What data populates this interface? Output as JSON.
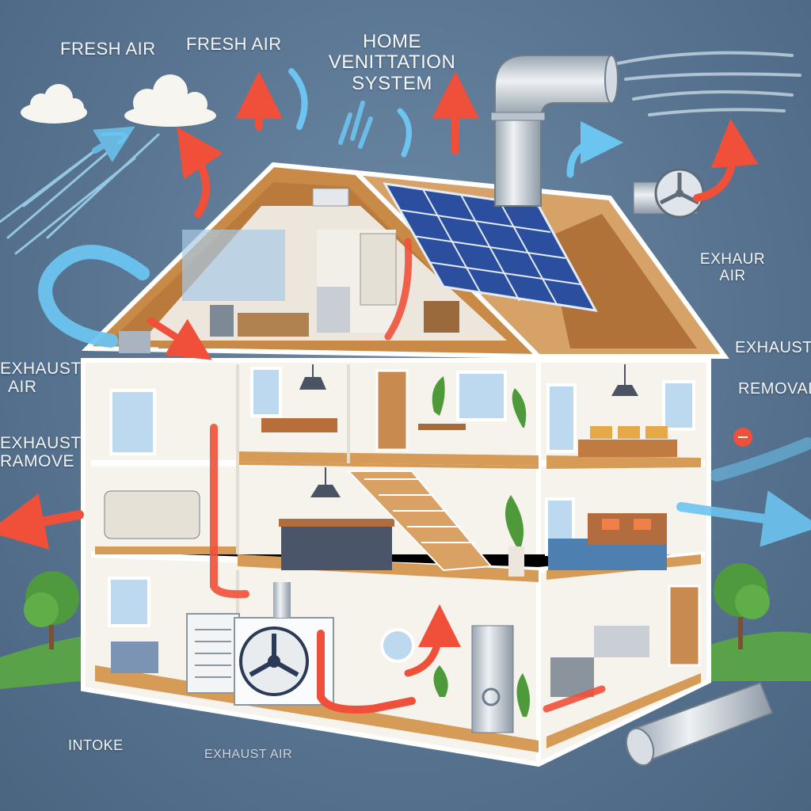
{
  "title": {
    "line1": "HOME",
    "line2": "VENITTATION",
    "line3": "SYSTEM"
  },
  "labels": {
    "fresh_air_left": "FRESH AIR",
    "fresh_air_right": "FRESH AIR",
    "exhaur_air_line1": "EXHAUR",
    "exhaur_air_line2": "AIR",
    "exhaust_air_left_line1": "EXHAUST",
    "exhaust_air_left_line2": "AIR",
    "exhaust_remove_line1": "EXHAUST",
    "exhaust_remove_line2": "RAMOVE",
    "exhaust_removal_line1": "EXHAUST",
    "exhaust_removal_line2": "REMOVAL",
    "intoke": "INTOKE",
    "exhaust_air_bottom": "EXHAUST AIR"
  },
  "colors": {
    "background": "#587491",
    "fresh_air_flow": "#6cc4f0",
    "exhaust_air_flow": "#f0503a",
    "wall": "#fbfaf6",
    "floor": "#d79b58",
    "roof_wood": "#c98a48",
    "solar_panel": "#2b4f9e"
  },
  "icons": [
    "cloud-icon",
    "tree-icon",
    "fan-icon",
    "duct-pipe-icon",
    "solar-panel-icon",
    "chimney-pipe-icon"
  ]
}
